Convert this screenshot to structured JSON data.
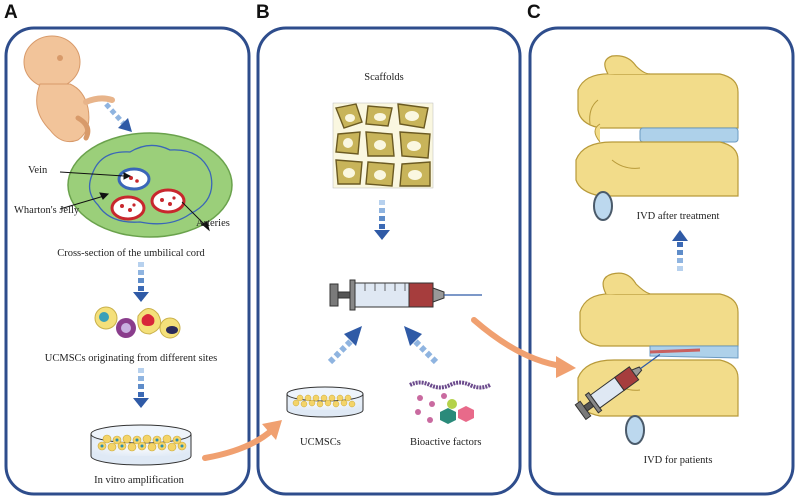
{
  "panels": {
    "a": {
      "letter": "A",
      "vein": "Vein",
      "wharton": "Wharton's Jelly",
      "arteries": "Arteries",
      "cross_section": "Cross-section of the umbilical cord",
      "ucmscs_sites": "UCMSCs originating from different sites",
      "in_vitro": "In vitro amplification"
    },
    "b": {
      "letter": "B",
      "scaffolds": "Scaffolds",
      "ucmscs": "UCMSCs",
      "bioactive": "Bioactive factors"
    },
    "c": {
      "letter": "C",
      "after": "IVD after treatment",
      "patients": "IVD for patients"
    }
  },
  "colors": {
    "panel_border": "#2e4d8c",
    "arrow_dark": "#2f5aa6",
    "arrow_light": "#8fb4e0",
    "curved_arrow": "#f0a070",
    "bone": "#f2dc8a",
    "disc": "#aed1ea",
    "cord": "#9bcf7a",
    "vessel": "#c8272d",
    "embryo": "#f2c49a"
  }
}
